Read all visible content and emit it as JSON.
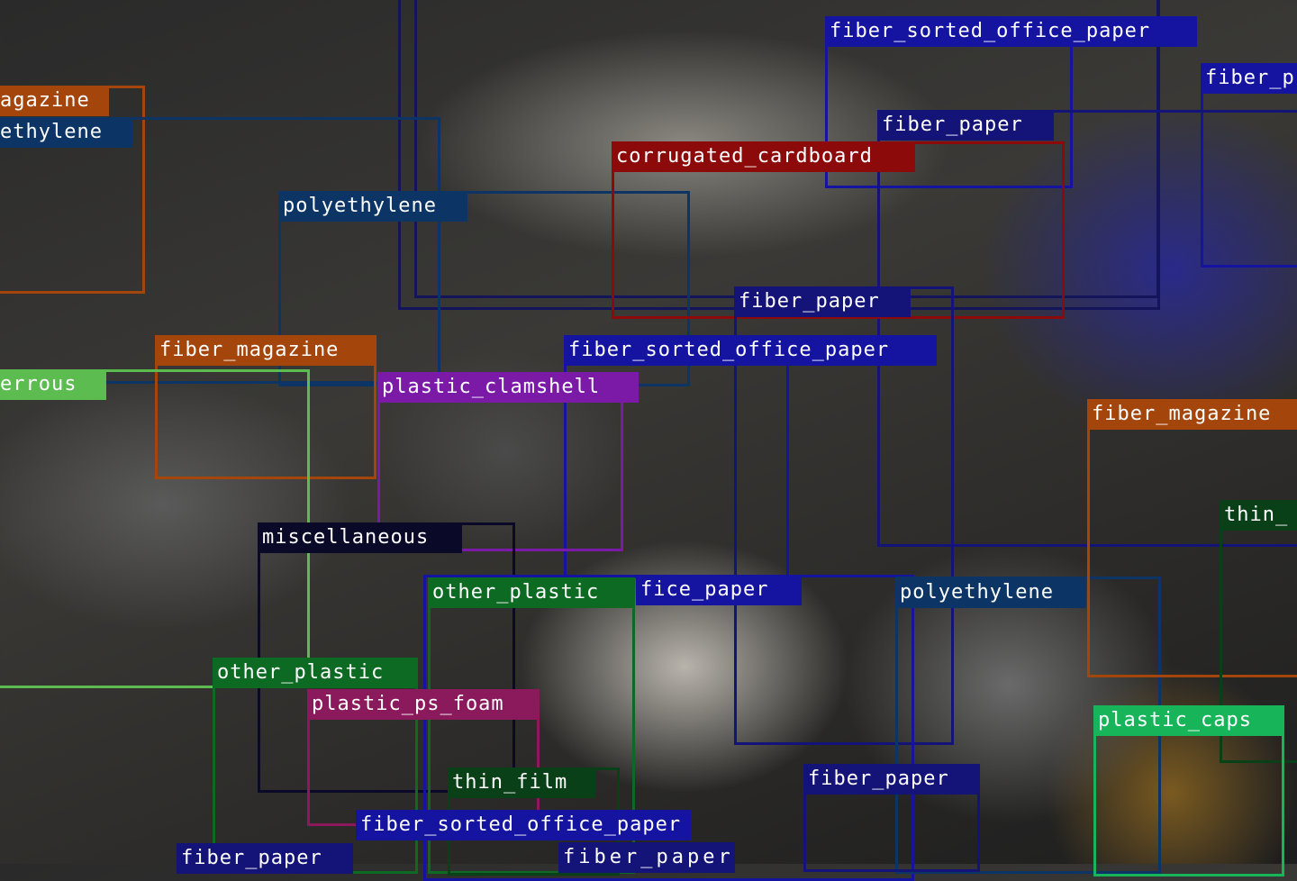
{
  "colors": {
    "fiber_magazine": "#a4460c",
    "polyethylene": "#0c3566",
    "fiber_paper": "#141478",
    "fiber_sorted_office_paper": "#1414a0",
    "corrugated_cardboard": "#8c0a0a",
    "plastic_clamshell": "#7a1aa6",
    "ferrous": "#5cbc50",
    "miscellaneous": "#0a0a28",
    "other_plastic": "#0c6a22",
    "plastic_ps_foam": "#8a1a5c",
    "thin_film": "#0a4018",
    "plastic_caps": "#18b45a",
    "unlabeled": "#14145a"
  },
  "detections": [
    {
      "label": "agazine"
    },
    {
      "label": "ethylene"
    },
    {
      "label": "polyethylene"
    },
    {
      "label": "fiber_sorted_office_paper"
    },
    {
      "label": "fiber_p"
    },
    {
      "label": "fiber_paper"
    },
    {
      "label": "corrugated_cardboard"
    },
    {
      "label": "fiber_paper"
    },
    {
      "label": "fiber_sorted_office_paper"
    },
    {
      "label": "plastic_clamshell"
    },
    {
      "label": "fiber_magazine"
    },
    {
      "label": "errous"
    },
    {
      "label": "miscellaneous"
    },
    {
      "label": "other_plastic"
    },
    {
      "label": "fice_paper"
    },
    {
      "label": "polyethylene"
    },
    {
      "label": "fiber_magazine"
    },
    {
      "label": "thin_"
    },
    {
      "label": "other_plastic"
    },
    {
      "label": "plastic_ps_foam"
    },
    {
      "label": "thin_film"
    },
    {
      "label": "fiber_paper"
    },
    {
      "label": "plastic_caps"
    },
    {
      "label": "fiber_paper"
    },
    {
      "label": "fiber_sorted_office_paper"
    },
    {
      "label": "fiber_paper"
    }
  ]
}
